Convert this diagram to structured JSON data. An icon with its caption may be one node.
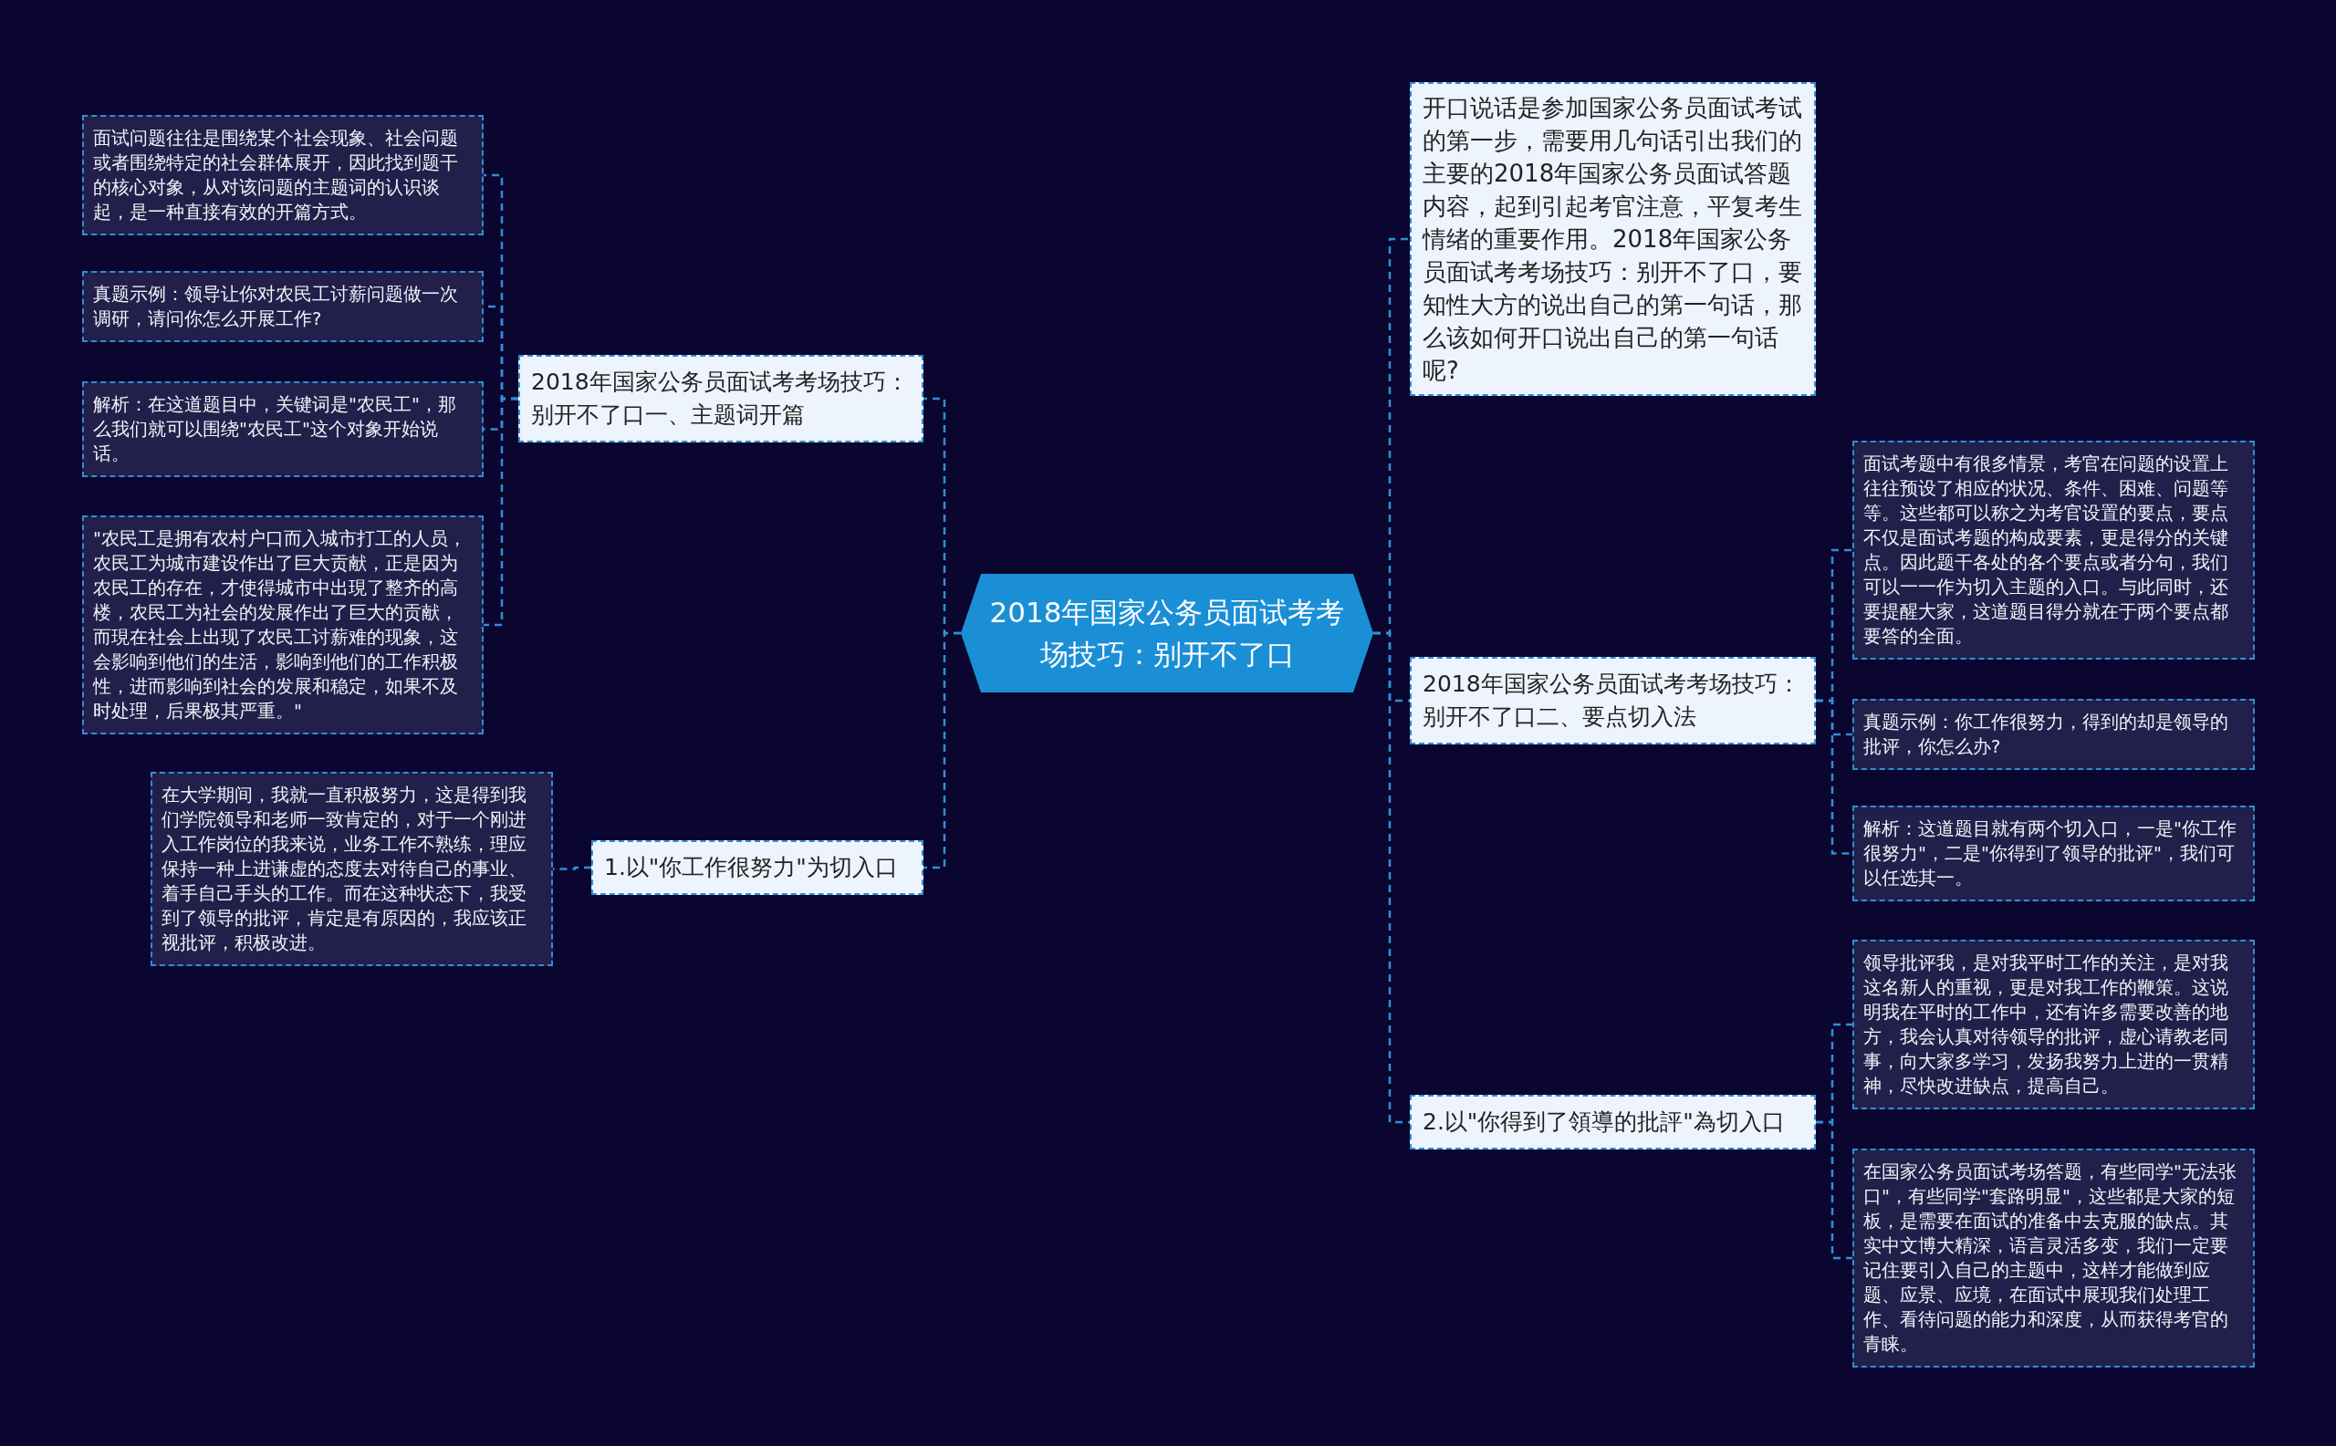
{
  "diagram": {
    "nodes": [
      {
        "text": [
          "2018年国家公务员面试考考场技巧：别开不了口"
        ]
      },
      {
        "text": [
          "2018年国家公务员面试考考场技巧：别开不了口一、主题词开篇"
        ]
      },
      {
        "text": [
          "面试问题往往是围绕某个社会现象、社会问题或者围绕特定的社会群体展开，因此找到题干的核心对象，从对该问题的主题词的认识谈起，是一种直接有效的开篇方式。"
        ]
      },
      {
        "text": [
          "真题示例：领导让你对农民工讨薪问题做一次调研，请问你怎么开展工作?"
        ]
      },
      {
        "text": [
          "解析：在这道题目中，关键词是\"农民工\"，那么我们就可以围绕\"农民工\"这个对象开始说话。"
        ]
      },
      {
        "text": [
          "\"农民工是拥有农村户口而入城市打工的人员，农民工为城市建设作出了巨大贡献，正是因为农民工的存在，才使得城市中出現了整齐的高楼，农民工为社会的发展作出了巨大的贡献，而現在社会上出现了农民工讨薪难的现象，这会影响到他们的生活，影响到他们的工作积极性，进而影响到社会的发展和稳定，如果不及时处理，后果极其严重。\""
        ]
      },
      {
        "text": [
          "1.以\"你工作很努力\"为切入口"
        ]
      },
      {
        "text": [
          "在大学期间，我就一直积极努力，这是得到我们学院领导和老师一致肯定的，对于一个刚进入工作岗位的我来说，业务工作不熟练，理应保持一种上进谦虚的态度去对待自己的事业、着手自己手头的工作。而在这种状态下，我受到了领导的批评，肯定是有原因的，我应该正视批评，积极改进。"
        ]
      },
      {
        "text": [
          "开口说话是参加国家公务员面试考试的第一步，需要用几句话引出我们的主要的2018年国家公务员面试答题内容，起到引起考官注意，平复考生情绪的重要作用。2018年国家公务员面试考考场技巧：别开不了口，要知性大方的说出自己的第一句话，那么该如何开口说出自己的第一句话呢?"
        ]
      },
      {
        "text": [
          "2018年国家公务员面试考考场技巧：别开不了口二、要点切入法"
        ]
      },
      {
        "text": [
          "面试考题中有很多情景，考官在问题的设置上往往预设了相应的状况、条件、困难、问题等等。这些都可以称之为考官设置的要点，要点不仅是面试考题的构成要素，更是得分的关键点。因此题干各处的各个要点或者分句，我们可以一一作为切入主题的入口。与此同时，还要提醒大家，这道题目得分就在于两个要点都要答的全面。"
        ]
      },
      {
        "text": [
          "真题示例：你工作很努力，得到的却是领导的批评，你怎么办?"
        ]
      },
      {
        "text": [
          "解析：这道题目就有两个切入口，一是\"你工作很努力\"，二是\"你得到了领导的批评\"，我们可以任选其一。"
        ]
      },
      {
        "text": [
          "2.以\"你得到了領導的批評\"為切入口"
        ]
      },
      {
        "text": [
          "领导批评我，是对我平时工作的关注，是对我这名新人的重视，更是对我工作的鞭策。这说明我在平时的工作中，还有许多需要改善的地方，我会认真对待领导的批评，虚心请教老同事，向大家多学习，发扬我努力上进的一贯精神，尽快改进缺点，提高自己。"
        ]
      },
      {
        "text": [
          "在国家公务员面试考场答题，有些同学\"无法张口\"，有些同学\"套路明显\"，这些都是大家的短板，是需要在面试的准备中去克服的缺点。其实中文博大精深，语言灵活多变，我们一定要记住要引入自己的主题中，这样才能做到应题、应景、应境，在面试中展现我们处理工作、看待问题的能力和深度，从而获得考官的青睐。"
        ]
      }
    ],
    "edges": [
      {
        "from": 0,
        "to": 1,
        "arrow": "none"
      },
      {
        "from": 1,
        "to": 2,
        "arrow": "none"
      },
      {
        "from": 1,
        "to": 3,
        "arrow": "none"
      },
      {
        "from": 1,
        "to": 4,
        "arrow": "none"
      },
      {
        "from": 1,
        "to": 5,
        "arrow": "none"
      },
      {
        "from": 0,
        "to": 6,
        "arrow": "none"
      },
      {
        "from": 6,
        "to": 7,
        "arrow": "none"
      },
      {
        "from": 0,
        "to": 8,
        "arrow": "none"
      },
      {
        "from": 0,
        "to": 9,
        "arrow": "none"
      },
      {
        "from": 9,
        "to": 10,
        "arrow": "none"
      },
      {
        "from": 9,
        "to": 11,
        "arrow": "none"
      },
      {
        "from": 9,
        "to": 12,
        "arrow": "none"
      },
      {
        "from": 0,
        "to": 13,
        "arrow": "none"
      },
      {
        "from": 13,
        "to": 14,
        "arrow": "none"
      },
      {
        "from": 13,
        "to": 15,
        "arrow": "none"
      }
    ]
  }
}
